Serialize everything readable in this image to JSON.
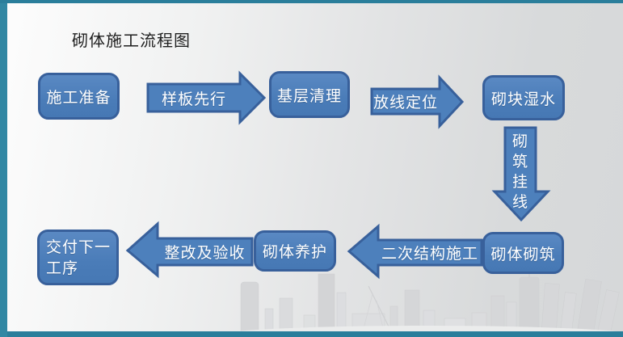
{
  "slide": {
    "title": "砌体施工流程图",
    "colors": {
      "accent_teal": "#2E85A2",
      "shape_fill": "#4D80BC",
      "shape_border": "#38609B",
      "shape_text": "#FFFFFF",
      "title_text": "#1F1F1F"
    }
  },
  "flowchart": {
    "boxes": [
      {
        "label": "施工准备"
      },
      {
        "label": "基层清理"
      },
      {
        "label": "砌块湿水"
      },
      {
        "label": "砌体砌筑"
      },
      {
        "label": "砌体养护"
      },
      {
        "label": "交付下一工序"
      }
    ],
    "arrows": [
      {
        "label": "样板先行",
        "direction": "right"
      },
      {
        "label": "放线定位",
        "direction": "right"
      },
      {
        "label": "砌筑挂线",
        "direction": "down"
      },
      {
        "label": "二次结构施工",
        "direction": "left"
      },
      {
        "label": "整改及验收",
        "direction": "left"
      }
    ]
  }
}
